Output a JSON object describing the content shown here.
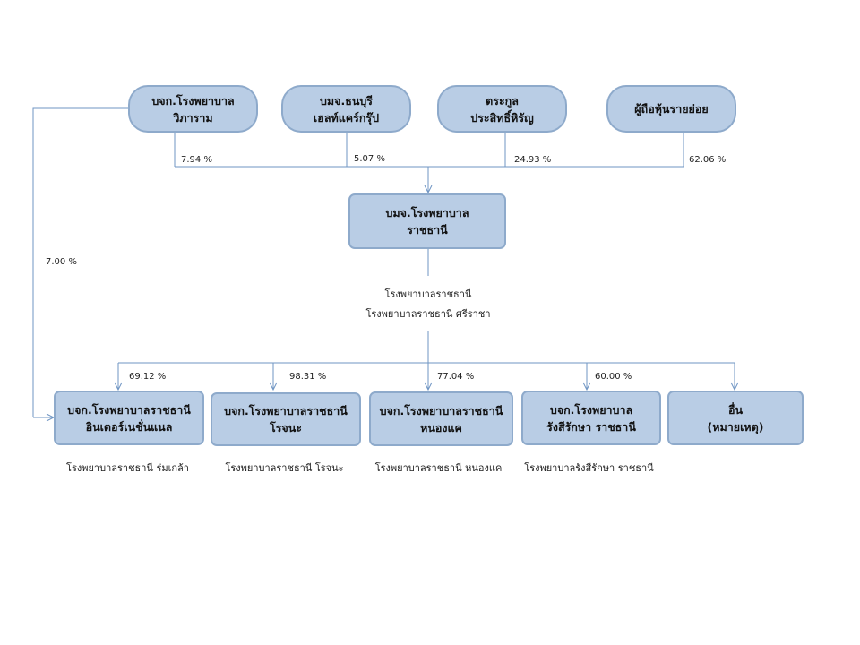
{
  "shareholders": [
    {
      "line1": "บจก.โรงพยาบาล",
      "line2": "วิภาราม",
      "pct": "7.94  %"
    },
    {
      "line1": "บมจ.ธนบุรี",
      "line2": "เฮลท์แคร์กรุ๊ป",
      "pct": "5.07 %"
    },
    {
      "line1": "ตระกูล",
      "line2": "ประสิทธิ์หิรัญ",
      "pct": "24.93  %"
    },
    {
      "line1": "ผู้ถือหุ้นรายย่อย",
      "line2": "",
      "pct": "62.06  %"
    }
  ],
  "parent": {
    "line1": "บมจ.โรงพยาบาล",
    "line2": "ราชธานี",
    "hospital1": "โรงพยาบาลราชธานี",
    "hospital2": "โรงพยาบาลราชธานี  ศรีราชา"
  },
  "left_link_pct": "7.00  %",
  "subsidiaries": [
    {
      "line1": "บจก.โรงพยาบาลราชธานี",
      "line2": "อินเตอร์เนชั่นแนล",
      "pct": "69.12  %",
      "hospital": "โรงพยาบาลราชธานี ร่มเกล้า"
    },
    {
      "line1": "บจก.โรงพยาบาลราชธานี",
      "line2": "โรจนะ",
      "pct": "98.31  %",
      "hospital": "โรงพยาบาลราชธานี  โรจนะ"
    },
    {
      "line1": "บจก.โรงพยาบาลราชธานี",
      "line2": "หนองแค",
      "pct": "77.04  %",
      "hospital": "โรงพยาบาลราชธานี  หนองแค"
    },
    {
      "line1": "บจก.โรงพยาบาล",
      "line2": "รังสีรักษา ราชธานี",
      "pct": "60.00  %",
      "hospital": "โรงพยาบาลรังสีรักษา  ราชธานี"
    },
    {
      "line1": "อื่น",
      "line2": "(หมายเหตุ)",
      "pct": "",
      "hospital": ""
    }
  ],
  "colors": {
    "box_fill": "#b9cde5",
    "box_border": "#8eaacb",
    "line": "#6f95c3"
  }
}
